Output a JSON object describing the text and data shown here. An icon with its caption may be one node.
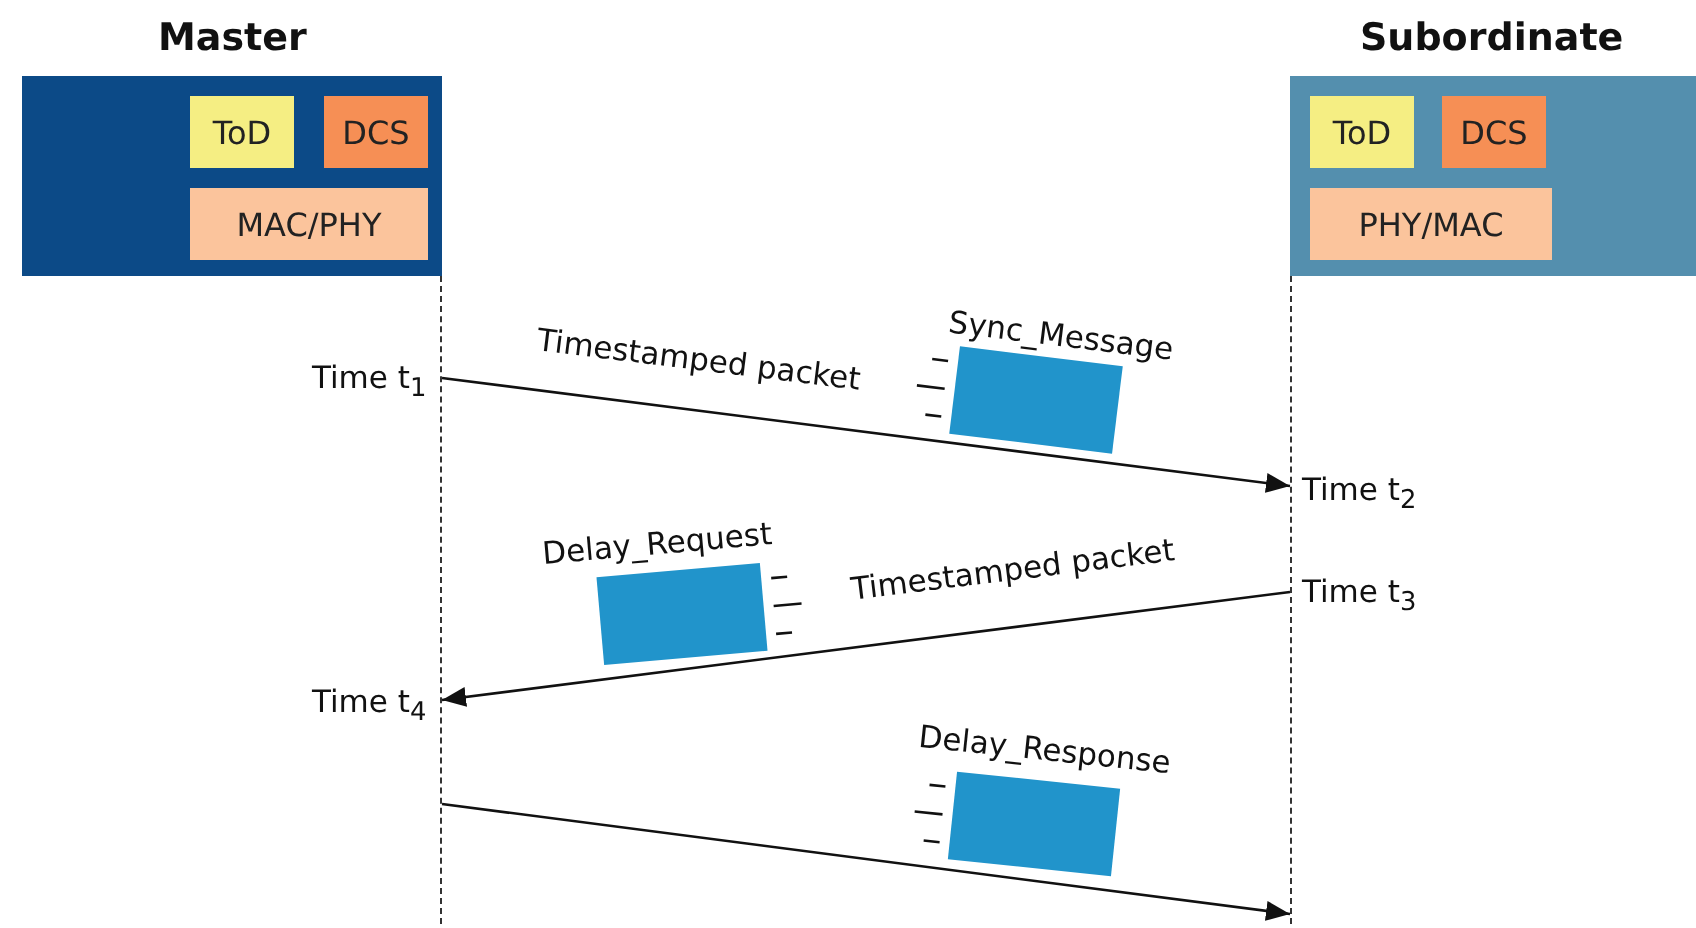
{
  "diagram": {
    "nodes": [
      {
        "text": [
          "Master"
        ]
      },
      {
        "text": [
          "ToD"
        ],
        "in": 0
      },
      {
        "text": [
          "DCS"
        ],
        "in": 0
      },
      {
        "text": [
          "MAC/PHY"
        ],
        "in": 0
      },
      {
        "text": [
          "Subordinate"
        ]
      },
      {
        "text": [
          "ToD"
        ],
        "in": 4
      },
      {
        "text": [
          "DCS"
        ],
        "in": 4
      },
      {
        "text": [
          "PHY/MAC"
        ],
        "in": 4
      },
      {
        "text": [
          "Time t$_{1}$"
        ]
      },
      {
        "text": [
          "Time t$_{2}$"
        ]
      },
      {
        "text": [
          "Time t$_{3}$"
        ]
      },
      {
        "text": [
          "Time t$_{4}$"
        ]
      },
      {
        "text": [],
        "shape": "line"
      },
      {
        "text": [],
        "shape": "line"
      }
    ],
    "edges": [
      {
        "from": 8,
        "to": 9,
        "arrow": "to",
        "label": "Timestamped packet"
      },
      {
        "from": 10,
        "to": 11,
        "arrow": "to",
        "label": "Timestamped packet"
      },
      {
        "from": 12,
        "to": 13,
        "arrow": "to"
      }
    ],
    "labels": [
      "Sync_Message",
      "Delay_Request",
      "Delay_Response"
    ]
  }
}
